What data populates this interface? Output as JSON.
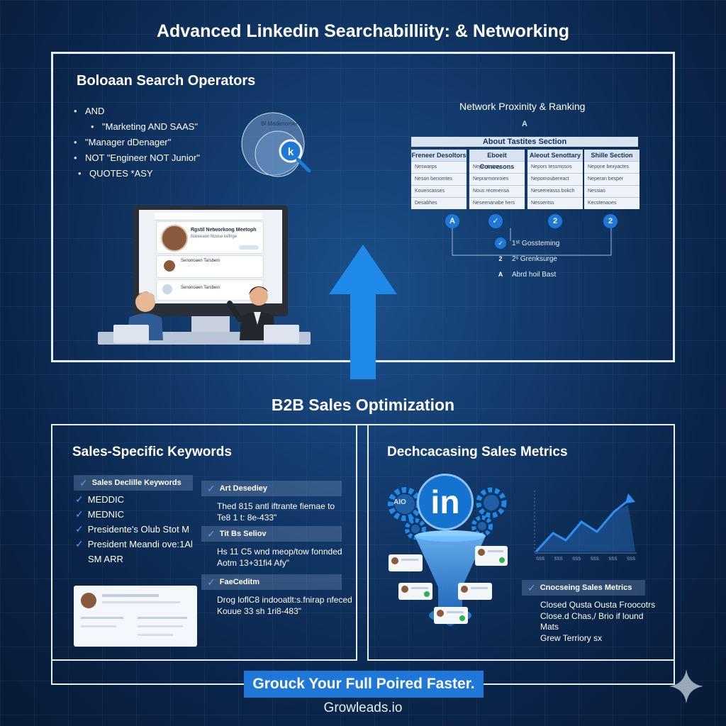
{
  "title": "Advanced Linkedin Searchabilliity: & Networking",
  "top_panel": {
    "boolean": {
      "heading": "Boloaan Search Operators",
      "operators": [
        "AND",
        "\"Marketing AND SAAS\"",
        "\"Manager dDenager\"",
        "NOT \"Engineer NOT Junior\"",
        "QUOTES *ASY"
      ],
      "venn_label": "Bl Madenorsenl"
    },
    "network": {
      "heading": "Network Proxinity & Ranking",
      "about_bar": "About Tastites Section",
      "columns": [
        {
          "header": "Freneer Desoltors",
          "cells": [
            "Neswarps",
            "Neson benomtes",
            "Kouencasses",
            "Desabhes"
          ]
        },
        {
          "header": "Eboeit Coneesons",
          "cells": [
            "Nepent story",
            "Neprarmonroies",
            "Nous recenensa",
            "Neseenanabe hers"
          ]
        },
        {
          "header": "Aleout Senottary",
          "cells": [
            "Nepors tessmssos",
            "Nepomoubereact",
            "Neseereasss bokch",
            "Nessentss"
          ]
        },
        {
          "header": "Shille Section",
          "cells": [
            "Nepone bexyactes",
            "Neperan besper",
            "Nessias",
            "Kecstenaoes"
          ]
        }
      ],
      "col_icons": [
        "A",
        "✓",
        "2",
        "2"
      ],
      "top_icon": "A",
      "rankings": [
        {
          "icon": "✓",
          "label": "1ˢᵗ Gossteming"
        },
        {
          "icon": "2",
          "label": "2ˢ Grenksurge"
        },
        {
          "icon": "A",
          "label": "Abrd hoil Bast"
        }
      ]
    },
    "screen": {
      "card1_title": "Rgstil Networkong Meetoph",
      "card1_sub": "Nareeaon Nouse kefrige",
      "card2_title": "Senonoaen Tarsbein",
      "card3_title": "Senonoaen Tarsbein"
    }
  },
  "section2_title": "B2B Sales Optimization",
  "keywords": {
    "heading": "Sales-Specific Keywords",
    "header": "Sales Declille Keywords",
    "items": [
      "MEDDIC",
      "MEDNIC",
      "Presidente's Olub  Stot M",
      "President Meandi ove:1Al"
    ],
    "extra": "SM ARR",
    "right_sections": [
      {
        "title": "Art Desediey",
        "lines": [
          "Thed 815 antl iftrante fiemae to",
          "Te8 1 t: 8e-433\""
        ]
      },
      {
        "title": "Tit Bs Seliov",
        "lines": [
          "Hs 11 C5 wnd meop/tow fonnded",
          "Aotm 13+31fi4 Afy\""
        ]
      },
      {
        "title": "FaeCeditm",
        "lines": [
          "Drog loflC8 indooatlt:s.fnirap nfeced",
          "Kouue 33 sh 1ri8-483\""
        ]
      }
    ]
  },
  "metrics": {
    "heading": "Dechcacasing Sales Metrics",
    "logo_text": "in",
    "gear_label": "AIO",
    "header": "Cnocseing Sales Metrics",
    "items": [
      "Closed Qusta Ousta Froocotrs",
      "Close.d Chas,/ Brio if lound",
      "Mats",
      "Grew Terriory sx"
    ],
    "chart_ticks": [
      "SSS",
      "SSS",
      "SSS",
      "SSS",
      "SSS",
      "SSS"
    ]
  },
  "cta": "Grouck Your Full Poired Faster.",
  "footer": "Growleads.io",
  "colors": {
    "accent": "#1f78d8",
    "bg_dark": "#0a2448",
    "panel_border": "#e8eef7"
  }
}
